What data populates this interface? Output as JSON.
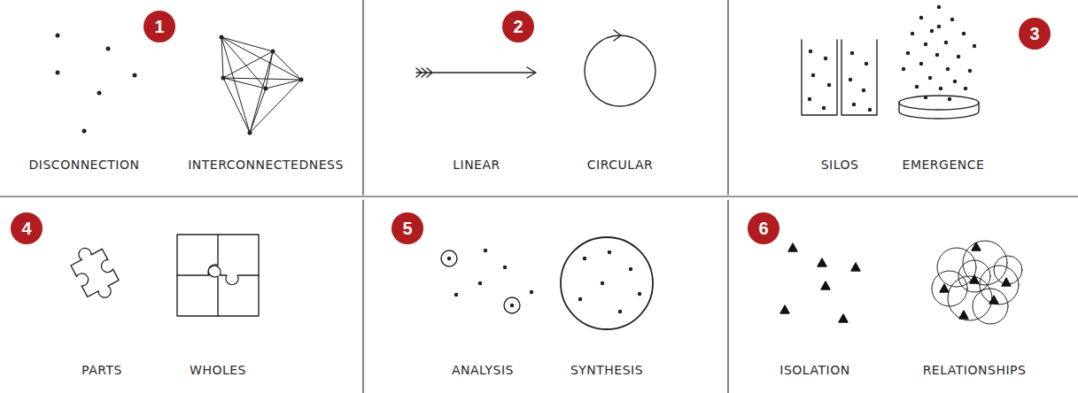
{
  "diagram": {
    "labels": [
      "1",
      "DISCONNECTION",
      "INTERCONNECTEDNESS",
      "2",
      "LINEAR",
      "CIRCULAR",
      "3",
      "SILOS",
      "EMERGENCE",
      "4",
      "PARTS",
      "WHOLES",
      "5",
      "ANALYSIS",
      "SYNTHESIS",
      "6",
      "ISOLATION",
      "RELATIONSHIPS"
    ]
  }
}
